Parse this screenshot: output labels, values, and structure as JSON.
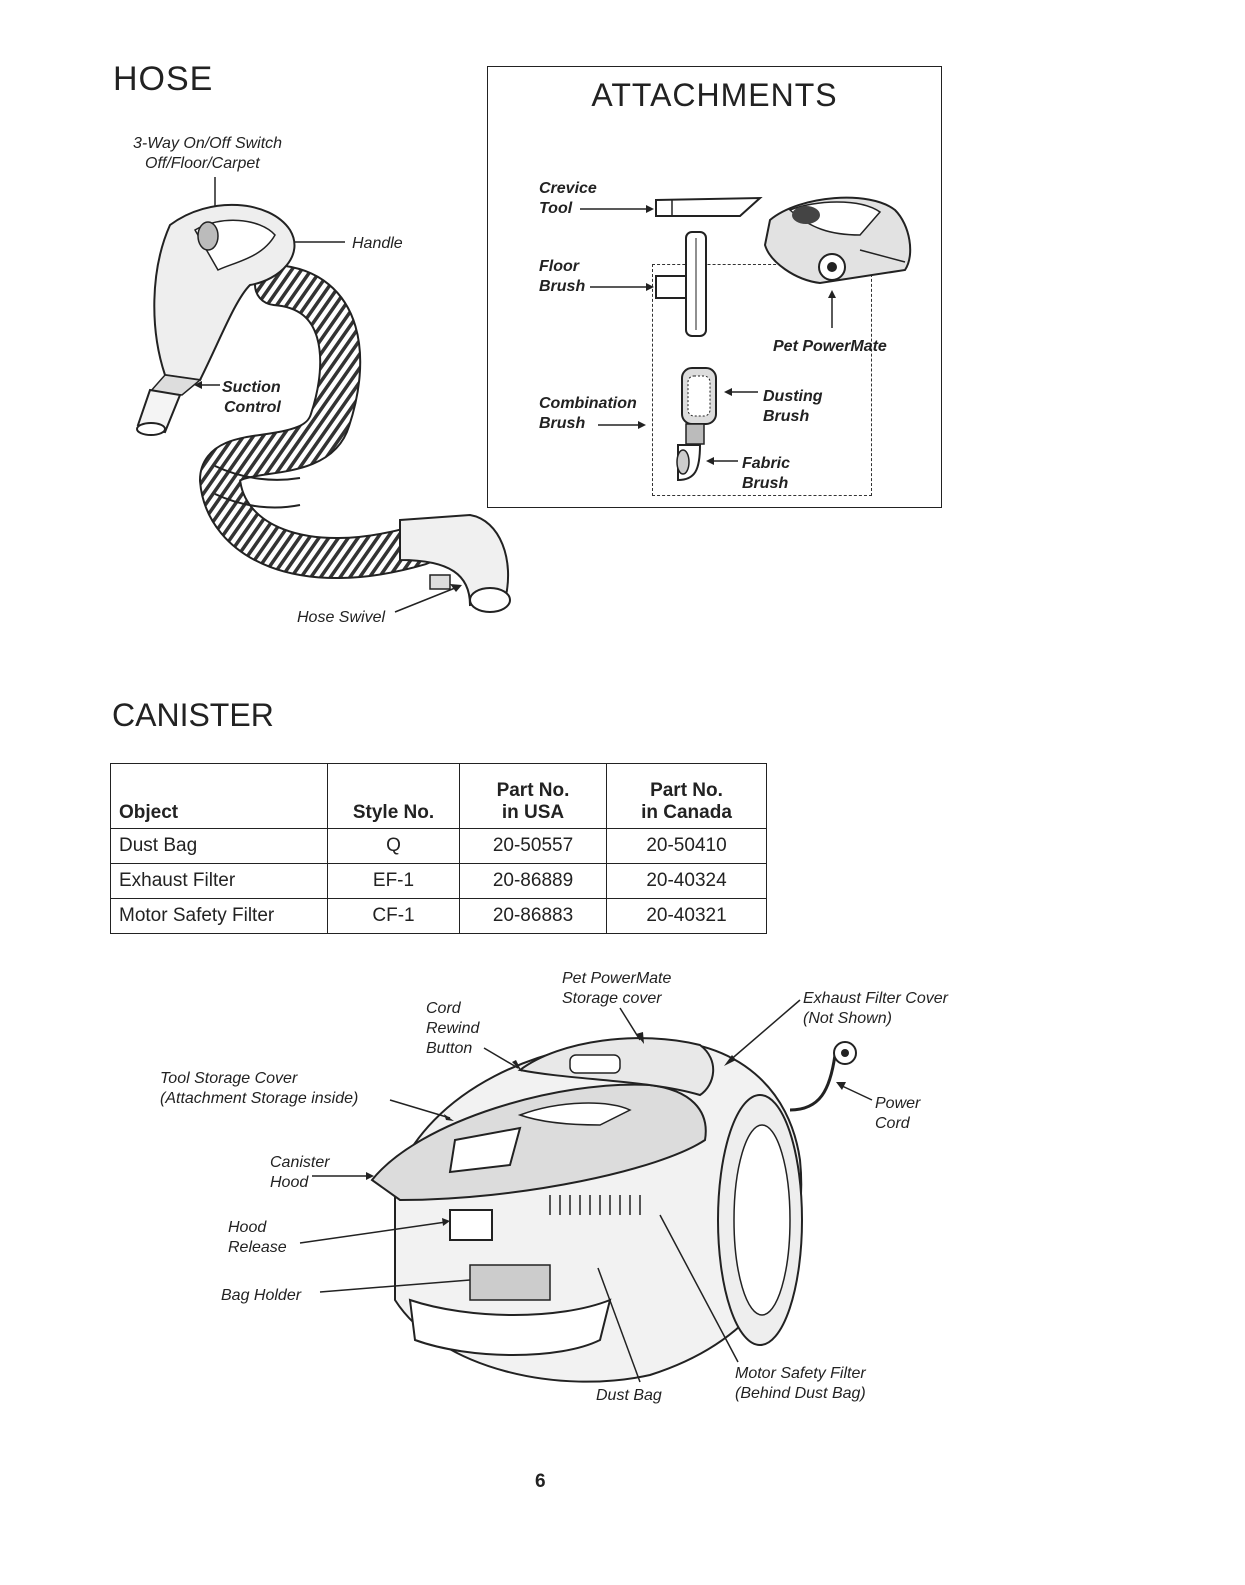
{
  "hose": {
    "title": "HOSE",
    "switch_label": [
      "3-Way On/Off Switch",
      "Off/Floor/Carpet"
    ],
    "handle_label": "Handle",
    "suction_label": [
      "Suction",
      "Control"
    ],
    "swivel_label": "Hose Swivel"
  },
  "attachments": {
    "title": "ATTACHMENTS",
    "crevice_label": [
      "Crevice",
      "Tool"
    ],
    "floor_label": [
      "Floor",
      "Brush"
    ],
    "pet_label": "Pet PowerMate",
    "combination_label": [
      "Combination",
      "Brush"
    ],
    "dusting_label": [
      "Dusting",
      "Brush"
    ],
    "fabric_label": [
      "Fabric",
      "Brush"
    ]
  },
  "canister": {
    "title": "CANISTER",
    "table": {
      "headers": [
        "Object",
        "Style No.",
        "Part No.\nin USA",
        "Part No.\nin Canada"
      ],
      "rows": [
        [
          "Dust Bag",
          "Q",
          "20-50557",
          "20-50410"
        ],
        [
          "Exhaust Filter",
          "EF-1",
          "20-86889",
          "20-40324"
        ],
        [
          "Motor Safety Filter",
          "CF-1",
          "20-86883",
          "20-40321"
        ]
      ]
    },
    "labels": {
      "pet_storage": [
        "Pet PowerMate",
        "Storage cover"
      ],
      "cord_rewind": [
        "Cord",
        "Rewind",
        "Button"
      ],
      "exhaust_cover": [
        "Exhaust Filter Cover",
        "(Not Shown)"
      ],
      "tool_storage": [
        "Tool Storage Cover",
        "(Attachment Storage inside)"
      ],
      "power_cord": [
        "Power",
        "Cord"
      ],
      "canister_hood": [
        "Canister",
        "Hood"
      ],
      "hood_release": [
        "Hood",
        "Release"
      ],
      "bag_holder": "Bag Holder",
      "dust_bag": "Dust Bag",
      "motor_filter": [
        "Motor Safety Filter",
        "(Behind Dust Bag)"
      ]
    }
  },
  "page_number": "6"
}
